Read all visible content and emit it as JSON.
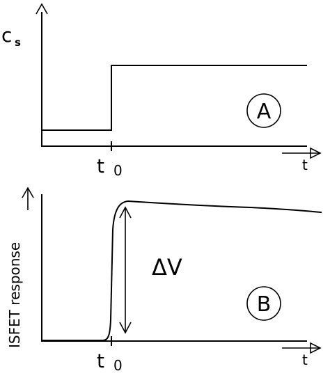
{
  "panel_a": {
    "ylabel_main": "c",
    "ylabel_sub": "s",
    "xlabel": "t",
    "tick_label_main": "t",
    "tick_label_sub": "0",
    "badge": "A"
  },
  "panel_b": {
    "ylabel": "ISFET response",
    "xlabel": "t",
    "tick_label_main": "t",
    "tick_label_sub": "0",
    "delta_label": "ΔV",
    "badge": "B"
  }
}
